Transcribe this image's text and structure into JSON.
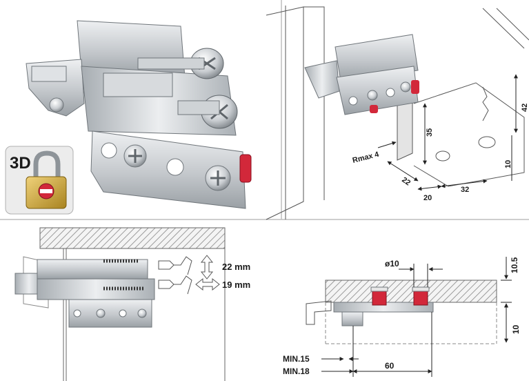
{
  "badge": {
    "text": "3D"
  },
  "panel_tr": {
    "rmax_label": "Rmax 4",
    "dims": [
      "35",
      "42",
      "22",
      "20",
      "32",
      "10"
    ]
  },
  "panel_bl": {
    "adj_vertical": "22 mm",
    "adj_horizontal": "19 mm"
  },
  "panel_br": {
    "diameter": "ø10",
    "dim_top": "10.5",
    "dim_bottom": "10",
    "min_a": "MIN.15",
    "min_b": "MIN.18",
    "width": "60"
  },
  "colors": {
    "steel": "#c9cdd1",
    "steel_dark": "#8d9398",
    "red_cap": "#d2283a",
    "brass": "#c8a33a",
    "hatch": "#9c9c9c"
  }
}
